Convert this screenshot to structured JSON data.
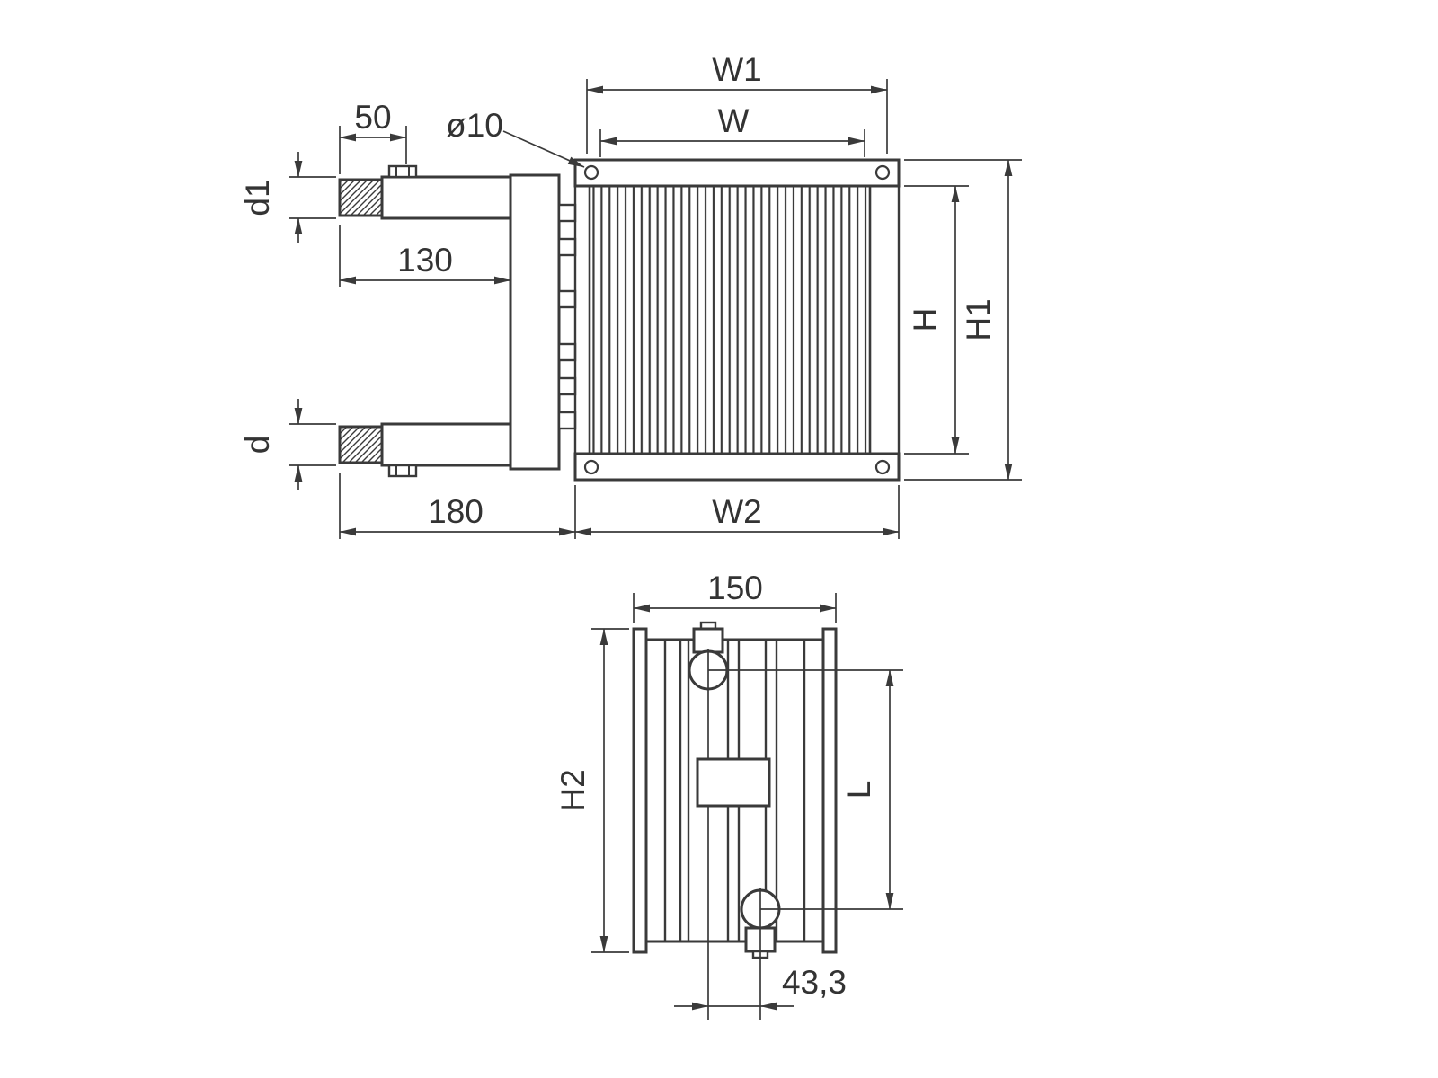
{
  "colors": {
    "line": "#3a3a3a",
    "text": "#333333",
    "background": "#ffffff"
  },
  "front_view": {
    "labels": {
      "w1": "W1",
      "w": "W",
      "h": "H",
      "h1": "H1",
      "w2": "W2",
      "hole_diameter": "ø10",
      "thread_length": "50",
      "pipe_d1": "d1",
      "pipe_offset": "130",
      "pipe_d": "d",
      "depth": "180"
    }
  },
  "side_view": {
    "labels": {
      "width": "150",
      "h2": "H2",
      "l": "L",
      "pipe_stagger": "43,3"
    }
  }
}
